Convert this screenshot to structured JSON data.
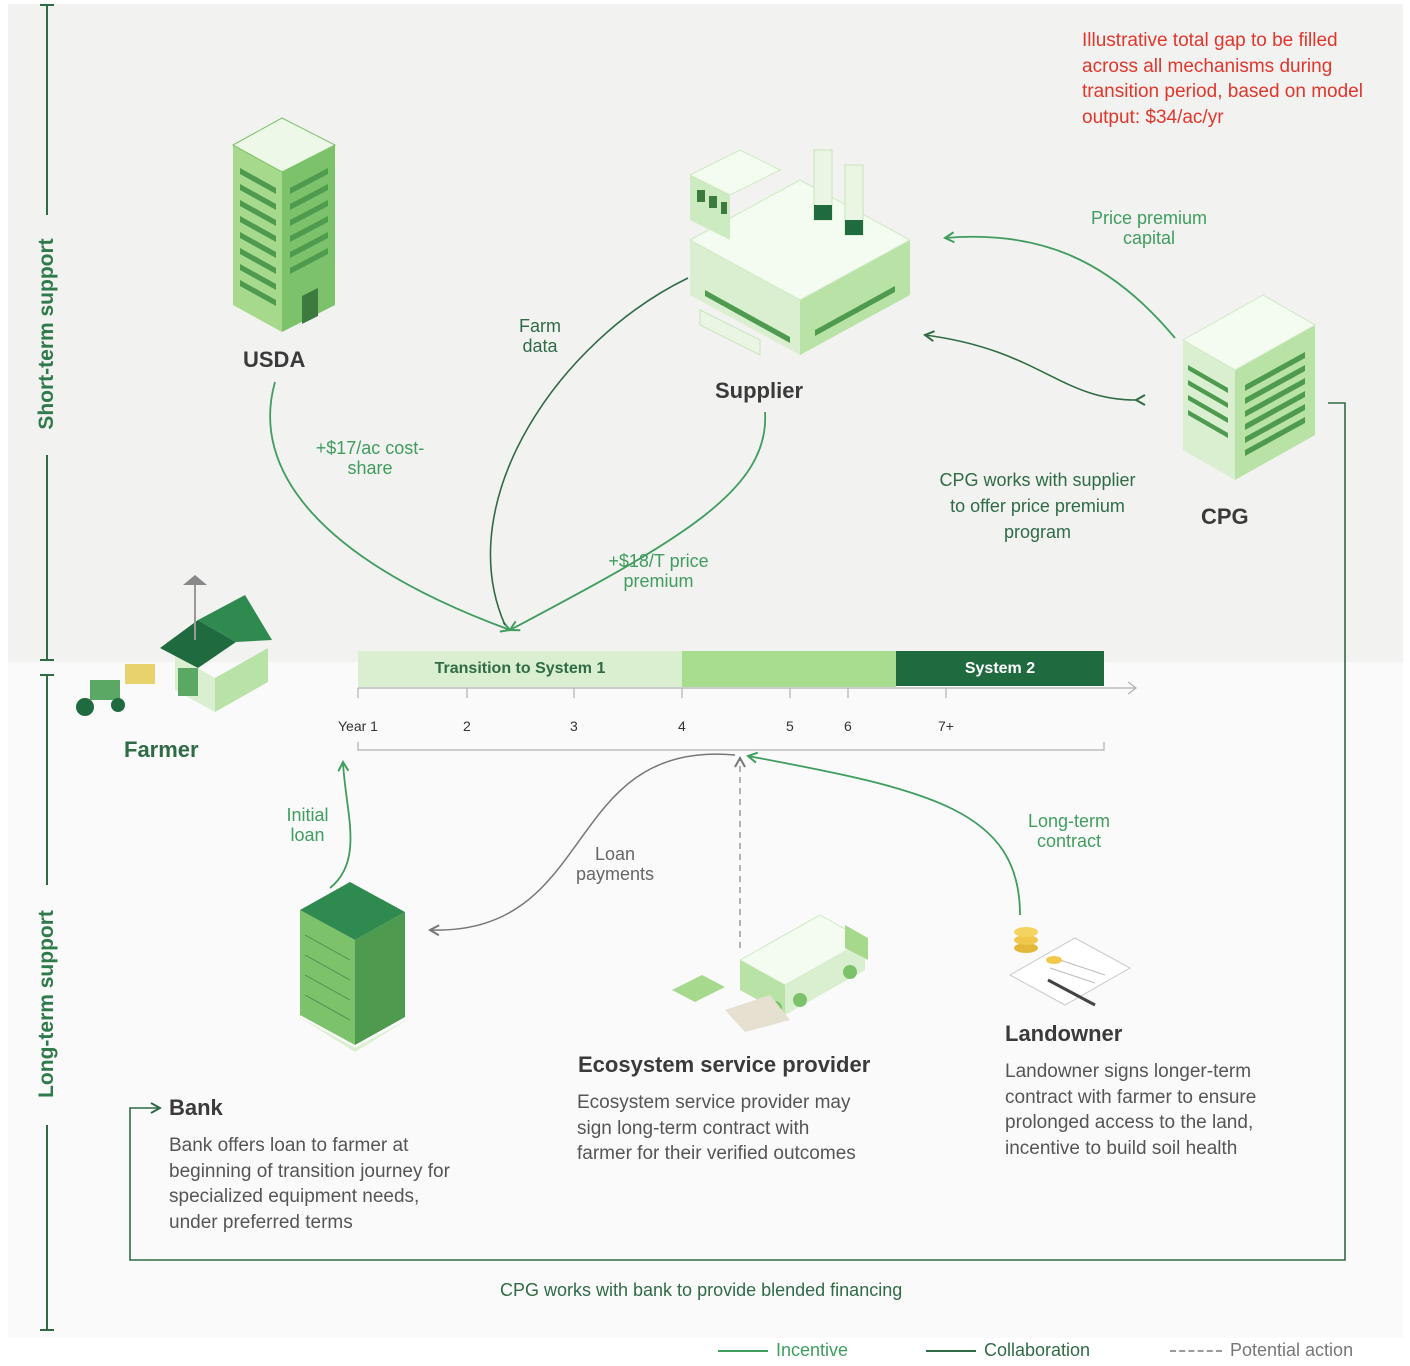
{
  "side_labels": {
    "short_term": "Short-term support",
    "long_term": "Long-term support"
  },
  "note": "Illustrative total gap to be filled across all mechanisms during transition period, based on model output: $34/ac/yr",
  "actors": {
    "usda": "USDA",
    "supplier": "Supplier",
    "cpg": "CPG",
    "farmer": "Farmer",
    "bank": "Bank",
    "esp": "Ecosystem service provider",
    "landowner": "Landowner"
  },
  "flows": {
    "farm_data": "Farm data",
    "cost_share": "+$17/ac cost-share",
    "price_premium": "+$18/T price premium",
    "price_premium_capital": "Price premium capital",
    "cpg_supplier": "CPG works with supplier to offer price premium program",
    "initial_loan": "Initial loan",
    "loan_payments": "Loan payments",
    "long_term_contract": "Long-term contract",
    "blended": "CPG works with bank to provide blended financing"
  },
  "descriptions": {
    "bank": "Bank offers loan to farmer at beginning of transition journey for specialized equipment needs, under preferred terms",
    "esp": "Ecosystem service provider may sign long-term contract with farmer for their verified outcomes",
    "landowner": "Landowner signs longer-term contract with farmer to ensure prolonged access to the land, incentive to build soil health"
  },
  "timeline": {
    "transition": "Transition to System 1",
    "system2": "System 2",
    "ticks": [
      "Year 1",
      "2",
      "3",
      "4",
      "5",
      "6",
      "7+"
    ]
  },
  "legend": {
    "incentive": "Incentive",
    "collaboration": "Collaboration",
    "potential": "Potential action"
  },
  "colors": {
    "incentive": "#3f9d5e",
    "collaboration": "#2f6b45",
    "potential": "#9a9a9a",
    "note": "#e0362c",
    "transition_light": "#d9efcf",
    "transition_mid": "#a8dc8f",
    "system2": "#1f6b3f"
  }
}
